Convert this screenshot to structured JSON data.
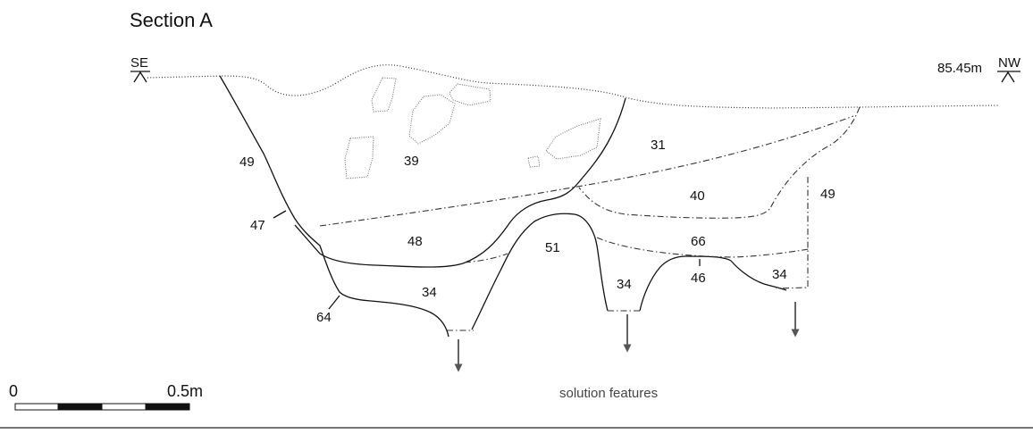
{
  "title": "Section A",
  "orientation": {
    "left": "SE",
    "right": "NW"
  },
  "datum": "85.45m",
  "contexts": {
    "c49a": "49",
    "c47": "47",
    "c39": "39",
    "c31": "31",
    "c40": "40",
    "c49b": "49",
    "c48": "48",
    "c51": "51",
    "c66": "66",
    "c34a": "34",
    "c34b": "34",
    "c46": "46",
    "c34c": "34",
    "c64": "64"
  },
  "scale": {
    "start": "0",
    "end": "0.5m"
  },
  "caption": "solution features"
}
